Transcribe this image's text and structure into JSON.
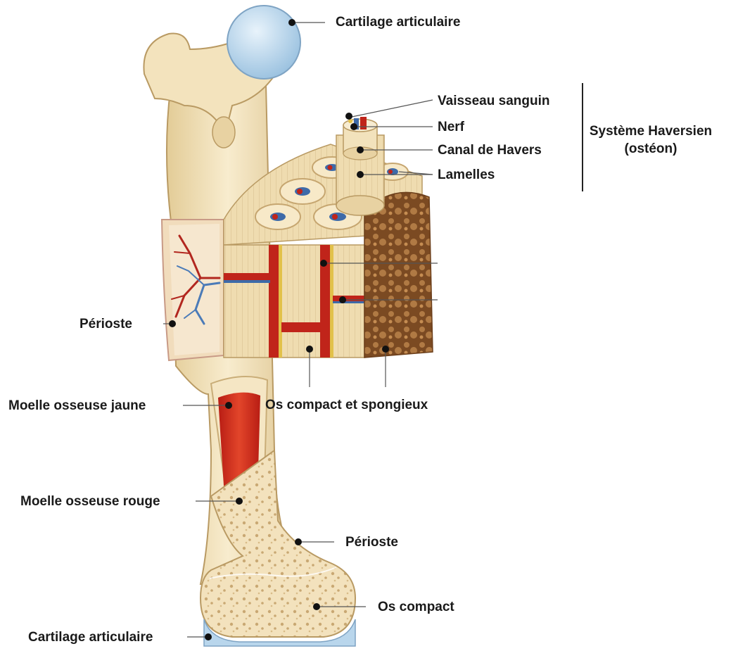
{
  "labels": {
    "cartilage_top": "Cartilage articulaire",
    "vaisseau": "Vaisseau sanguin",
    "nerf": "Nerf",
    "canal": "Canal de Havers",
    "lamelles": "Lamelles",
    "systeme_line1": "Système Haversien",
    "systeme_line2": "(ostéon)",
    "perioste_left": "Périoste",
    "moelle_jaune": "Moelle osseuse jaune",
    "os_compact_spongieux": "Os compact et spongieux",
    "moelle_rouge": "Moelle osseuse rouge",
    "perioste_right": "Périoste",
    "os_compact": "Os compact",
    "cartilage_bottom": "Cartilage articulaire"
  },
  "colors": {
    "bone": "#f1deb4",
    "bone_dark": "#d9bf8a",
    "cartilage": "#b9d6ec",
    "marrow_red": "#c8261c",
    "artery": "#c0241a",
    "vein": "#3d6aa8",
    "spongy": "#9c6a38",
    "leader": "#555555"
  }
}
